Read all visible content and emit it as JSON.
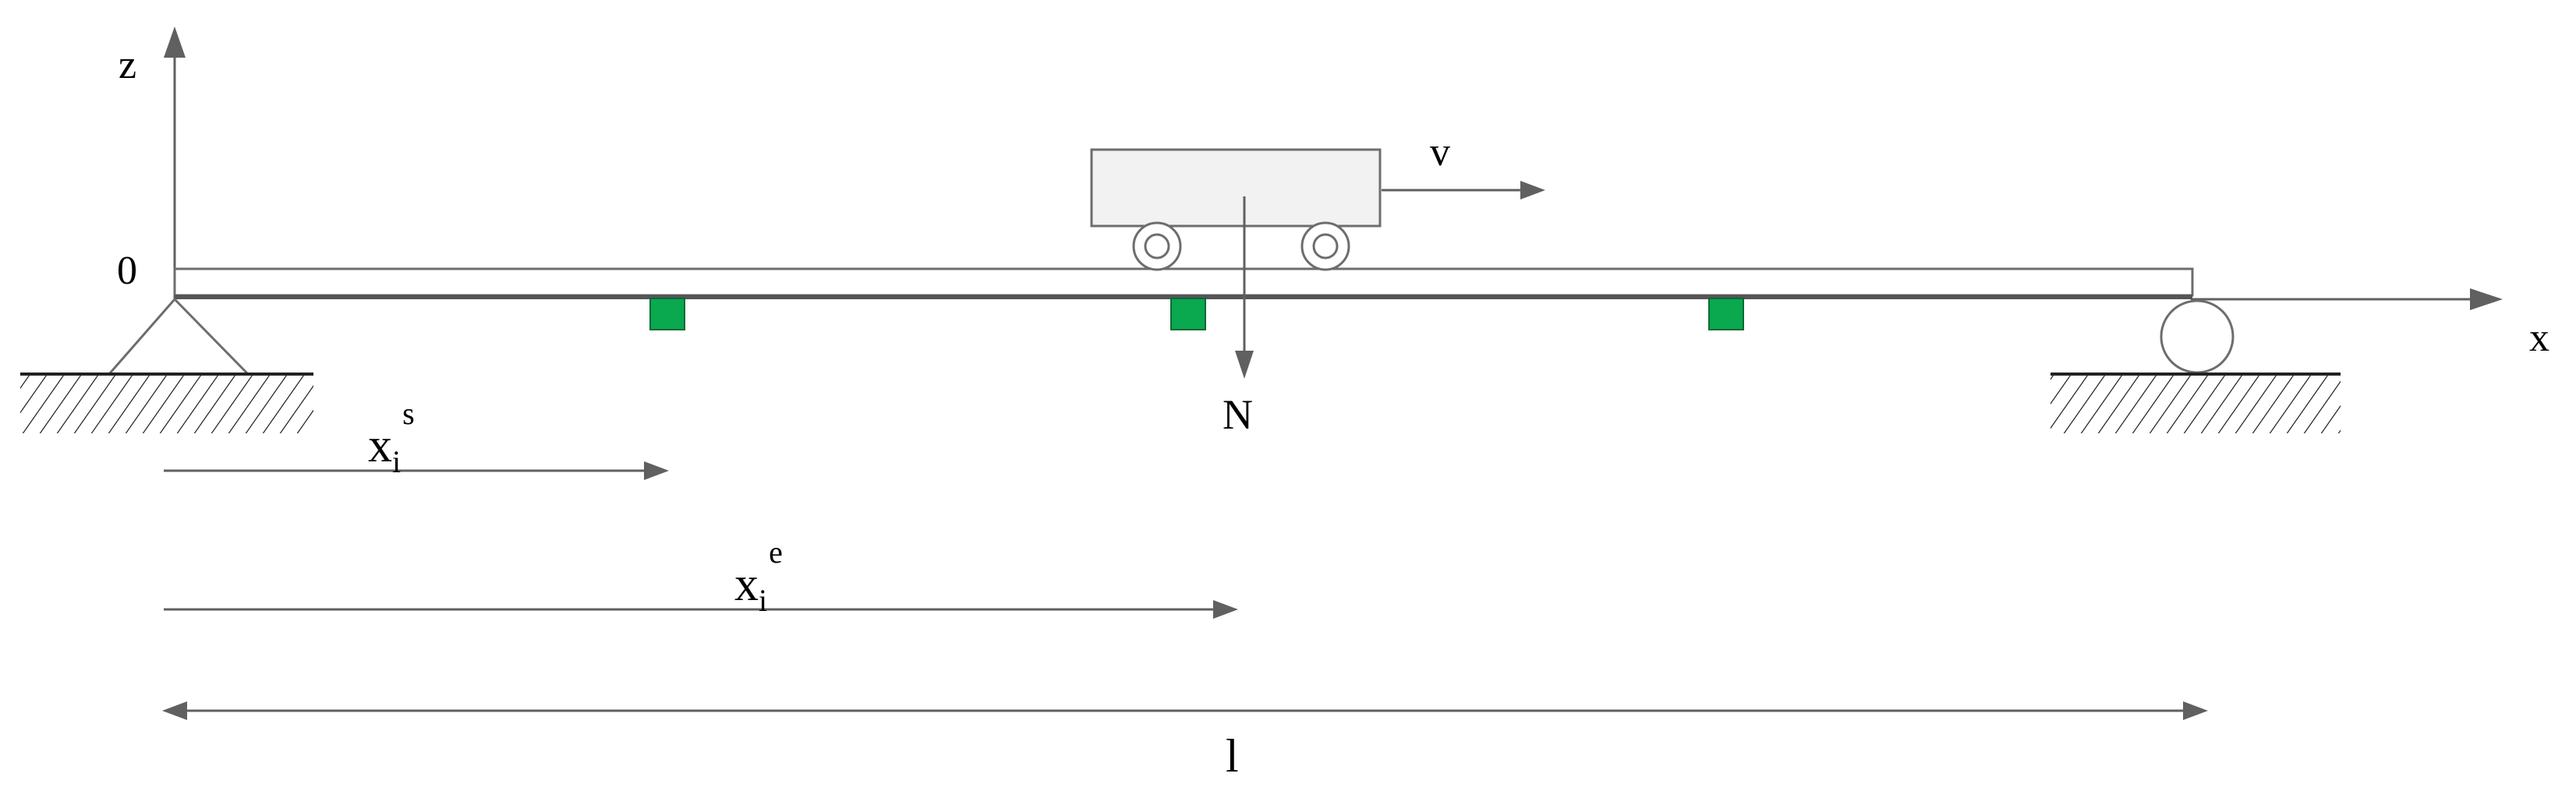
{
  "labels": {
    "z_axis": "z",
    "x_axis": "x",
    "origin": "0",
    "velocity": "v",
    "force": "N",
    "span_length": "l",
    "sensor_position": {
      "base": "x",
      "sub": "i",
      "sup": "s"
    },
    "excitation_position": {
      "base": "x",
      "sub": "i",
      "sup": "e"
    }
  },
  "colors": {
    "line": "#6d6d6d",
    "axis": "#606060",
    "beam_fill": "#ffffff",
    "cart_fill": "#f2f2f2",
    "sensor": "#0aa84f",
    "sensor_edge": "#0a6b34",
    "ground": "#222222",
    "text": "#000000"
  },
  "icons": {
    "pinned_support": "triangle-pin-support-icon",
    "roller_support": "roller-support-icon",
    "ground_hatch": "hatched-ground-icon",
    "sensor": "green-square-sensor-icon",
    "wheel": "wheel-icon"
  }
}
